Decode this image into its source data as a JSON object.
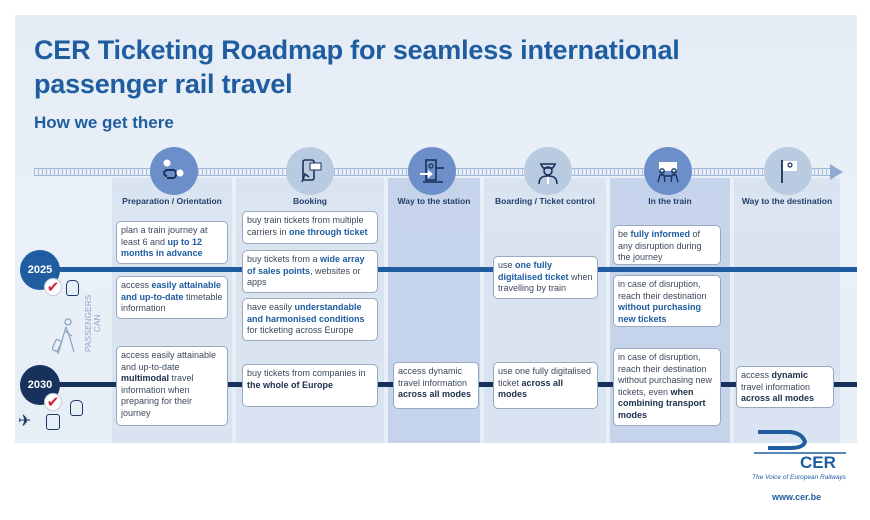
{
  "header": {
    "title": "CER Ticketing Roadmap for seamless international passenger rail travel",
    "subtitle": "How we get there"
  },
  "side": {
    "passengers_label_line1": "PASSENGERS",
    "passengers_label_line2": "CAN",
    "years": [
      "2025",
      "2030"
    ]
  },
  "stages": [
    {
      "label": "Preparation / Orientation",
      "icon": "route-pins-icon"
    },
    {
      "label": "Booking",
      "icon": "phone-ticket-icon"
    },
    {
      "label": "Way to the station",
      "icon": "station-arrow-icon"
    },
    {
      "label": "Boarding / Ticket control",
      "icon": "conductor-icon"
    },
    {
      "label": "In the train",
      "icon": "passengers-seated-icon"
    },
    {
      "label": "Way to the destination",
      "icon": "flag-pin-icon"
    }
  ],
  "cards_2025": [
    {
      "stage": "Preparation / Orientation",
      "text": "plan a train journey at least 6 and up to 12 months in advance"
    },
    {
      "stage": "Preparation / Orientation",
      "text": "access easily attainable and up-to-date timetable information"
    },
    {
      "stage": "Booking",
      "text": "buy train tickets from multiple carriers in one through ticket"
    },
    {
      "stage": "Booking",
      "text": "buy tickets from a wide array of sales points, websites or apps"
    },
    {
      "stage": "Booking",
      "text": "have easily understandable and harmonised conditions for ticketing across Europe"
    },
    {
      "stage": "Boarding / Ticket control",
      "text": "use one fully digitalised ticket when travelling by train"
    },
    {
      "stage": "In the train",
      "text": "be fully informed of any disruption during the journey"
    },
    {
      "stage": "In the train",
      "text": "in case of disruption, reach their destination without purchasing new tickets"
    }
  ],
  "cards_2030": [
    {
      "stage": "Preparation / Orientation",
      "text": "access easily attainable and up-to-date multimodal travel information when preparing for their journey"
    },
    {
      "stage": "Booking",
      "text": "buy tickets from companies in the whole of Europe"
    },
    {
      "stage": "Way to the station",
      "text": "access dynamic travel information across all modes"
    },
    {
      "stage": "Boarding / Ticket control",
      "text": "use one fully digitalised ticket across all modes"
    },
    {
      "stage": "In the train",
      "text": "in case of disruption, reach their destination without purchasing new tickets, even when combining transport modes"
    },
    {
      "stage": "Way to the destination",
      "text": "access dynamic travel information across all modes"
    }
  ],
  "c": {
    "p1a": "plan a train journey at least 6 and ",
    "p1b": "up to 12 months in advance",
    "p2a": "access ",
    "p2b": "easily attainable and up-to-date",
    "p2c": " timetable information",
    "b1a": "buy train tickets from multiple carriers in ",
    "b1b": "one through ticket",
    "b2a": "buy tickets from a ",
    "b2b": "wide array of sales points",
    "b2c": ", websites or apps",
    "b3a": "have easily ",
    "b3b": "understandable and harmonised conditions",
    "b3c": " for ticketing across Europe",
    "t1a": "use ",
    "t1b": "one fully digitalised ticket",
    "t1c": " when travelling by train",
    "i1a": "be ",
    "i1b": "fully informed",
    "i1c": " of any disruption during the journey",
    "i2a": "in case of disruption, reach their destination ",
    "i2b": "without purchasing new tickets",
    "q1a": "access easily attainable and up-to-date ",
    "q1b": "multimodal",
    "q1c": " travel information when preparing for their journey",
    "q2a": "buy tickets from companies in ",
    "q2b": "the whole of Europe",
    "q3a": "access dynamic travel information ",
    "q3b": "across all modes",
    "q4a": "use one fully digitalised ticket ",
    "q4b": "across all modes",
    "q5a": "in case of disruption, reach their destination without purchasing new tickets, even ",
    "q5b": "when combining transport modes",
    "q6a": "access ",
    "q6b": "dynamic",
    "q6c": " travel information ",
    "q6d": "across all modes"
  },
  "footer": {
    "logo_text": "CER",
    "tagline": "The Voice of European Railways",
    "url": "www.cer.be"
  },
  "colors": {
    "brand_blue": "#1f5da0",
    "navy": "#16325c",
    "check_red": "#d0203a",
    "panel_bg": "#e6eef6"
  }
}
